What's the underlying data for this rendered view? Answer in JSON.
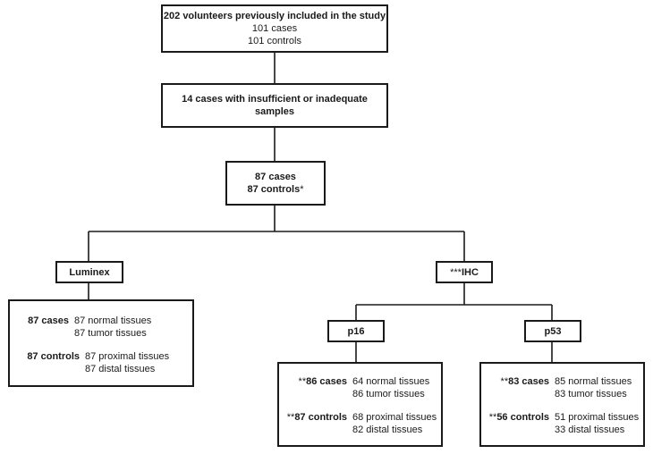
{
  "boxes": {
    "top": {
      "title": "202 volunteers previously included in the study",
      "lines": [
        "101 cases",
        "101 controls"
      ]
    },
    "exclusion": {
      "line1": "14 cases with insufficient or inadequate",
      "line2": "samples"
    },
    "included": {
      "cases": "87 cases",
      "controls": "87 controls",
      "controls_mark": "*"
    },
    "luminex": {
      "label": "Luminex"
    },
    "ihc": {
      "prefix": "***",
      "label": "IHC"
    },
    "luminex_detail": {
      "cases": {
        "label": "87 cases",
        "items": [
          "87 normal tissues",
          "87 tumor tissues"
        ]
      },
      "controls": {
        "label": "87 controls",
        "items": [
          "87 proximal tissues",
          "87 distal tissues"
        ]
      }
    },
    "p16": {
      "label": "p16"
    },
    "p53": {
      "label": "p53"
    },
    "p16_detail": {
      "cases": {
        "prefix": "**",
        "label": "86 cases",
        "items": [
          "64 normal tissues",
          "86 tumor tissues"
        ]
      },
      "controls": {
        "prefix": "**",
        "label": "87 controls",
        "items": [
          "68 proximal tissues",
          "82 distal tissues"
        ]
      }
    },
    "p53_detail": {
      "cases": {
        "prefix": "**",
        "label": "83 cases",
        "items": [
          "85 normal tissues",
          "83 tumor tissues"
        ]
      },
      "controls": {
        "prefix": "**",
        "label": "56 controls",
        "items": [
          "51 proximal tissues",
          "33 distal tissues"
        ]
      }
    }
  }
}
